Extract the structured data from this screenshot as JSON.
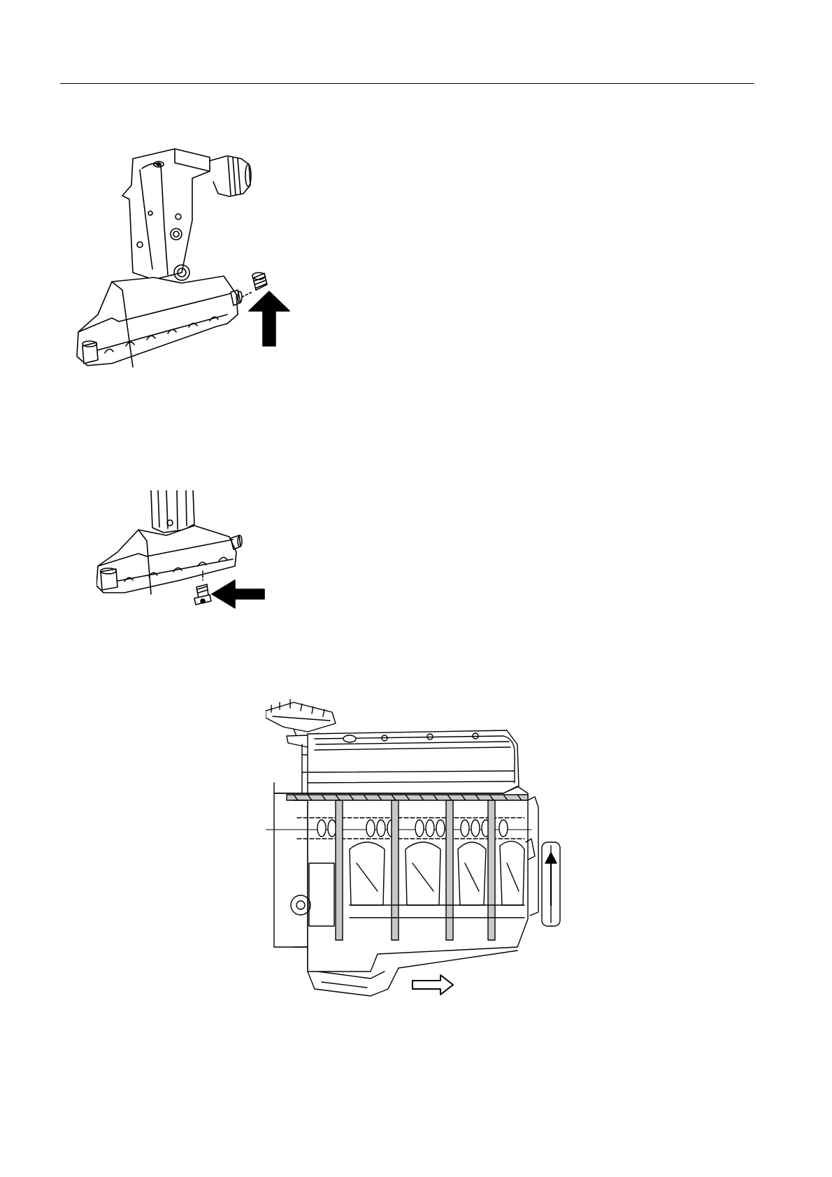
{
  "page": {
    "figures": [
      {
        "icon": "exhaust-manifold-drain-plug-removal-illustration"
      },
      {
        "icon": "exhaust-manifold-drain-plug-bottom-illustration"
      },
      {
        "icon": "engine-block-cutaway-illustration"
      }
    ]
  },
  "colors": {
    "ink": "#000000",
    "paper": "#ffffff",
    "shade": "#c8c8c8"
  }
}
